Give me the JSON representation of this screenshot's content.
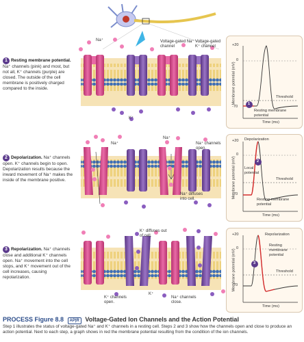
{
  "neuron": {
    "ion_na": "Na⁺",
    "ion_k": "K⁺"
  },
  "steps": [
    {
      "num": "1",
      "title": "Resting membrane potential.",
      "body": "Na⁺ channels (pink) and most, but not all, K⁺ channels (purple) are closed. The outside of the cell membrane is positively charged compared to the inside.",
      "labels": {
        "na_ion": "Na⁺",
        "k_ion": "K⁺",
        "na_channel": "Voltage-gated Na⁺ channel",
        "k_channel": "Voltage-gated K⁺ channel"
      },
      "graph": {
        "y_top": "+20",
        "y_zero": "0",
        "y_bottom": "-70",
        "ylabel": "Membrane potential (mV)",
        "xlabel": "Time (ms)",
        "threshold": "Threshold",
        "annotation": "Resting membrane potential",
        "marker": "1"
      }
    },
    {
      "num": "2",
      "title": "Depolarization.",
      "body": "Na⁺ channels open. K⁺ channels begin to open. Depolarization results because the inward movement of Na⁺ makes the inside of the membrane positive.",
      "labels": {
        "na_ion": "Na⁺",
        "na_ion2": "Na⁺",
        "na_open": "Na⁺ channels open.",
        "na_diffuses": "Na⁺ diffuses into cell."
      },
      "graph": {
        "y_top": "+20",
        "y_zero": "0",
        "y_bottom": "-70",
        "ylabel": "Membrane potential (mV)",
        "xlabel": "Time (ms)",
        "threshold": "Threshold",
        "annotation_top": "Depolarization",
        "local": "Local potential",
        "resting": "Resting membrane potential",
        "marker": "2"
      }
    },
    {
      "num": "3",
      "title": "Repolarization.",
      "body": "Na⁺ channels close and additional K⁺ channels open. Na⁺ movement into the cell stops, and K⁺ movement out of the cell increases, causing repolarization.",
      "labels": {
        "k_diffuses": "K⁺ diffuses out of cell.",
        "k_open": "K⁺ channels open.",
        "k_ion": "K⁺",
        "na_close": "Na⁺ channels close."
      },
      "graph": {
        "y_top": "+20",
        "y_zero": "0",
        "y_bottom": "-70",
        "ylabel": "Membrane potential (mV)",
        "xlabel": "Time (ms)",
        "threshold": "Threshold",
        "annotation_top": "Repolarization",
        "resting": "Resting membrane potential",
        "marker": "3"
      }
    }
  ],
  "figure": {
    "process": "PROCESS Figure 8.8",
    "apr": "AP|R",
    "title": "Voltage-Gated Ion Channels and the Action Potential",
    "caption": "Step 1 illustrates the status of voltage-gated Na⁺ and K⁺ channels in a resting cell. Steps 2 and 3 show how the channels open and close to produce an action potential. Next to each step, a graph shows in red the membrane potential resulting from the condition of the ion channels."
  },
  "colors": {
    "na_channel": "#d9478f",
    "k_channel": "#7a4f9e",
    "membrane_head": "#3f6fb5",
    "membrane_tail": "#f2d36b",
    "curve": "#d42a2a",
    "ion_na": "#f07fb6",
    "ion_k": "#8a5dbf"
  }
}
